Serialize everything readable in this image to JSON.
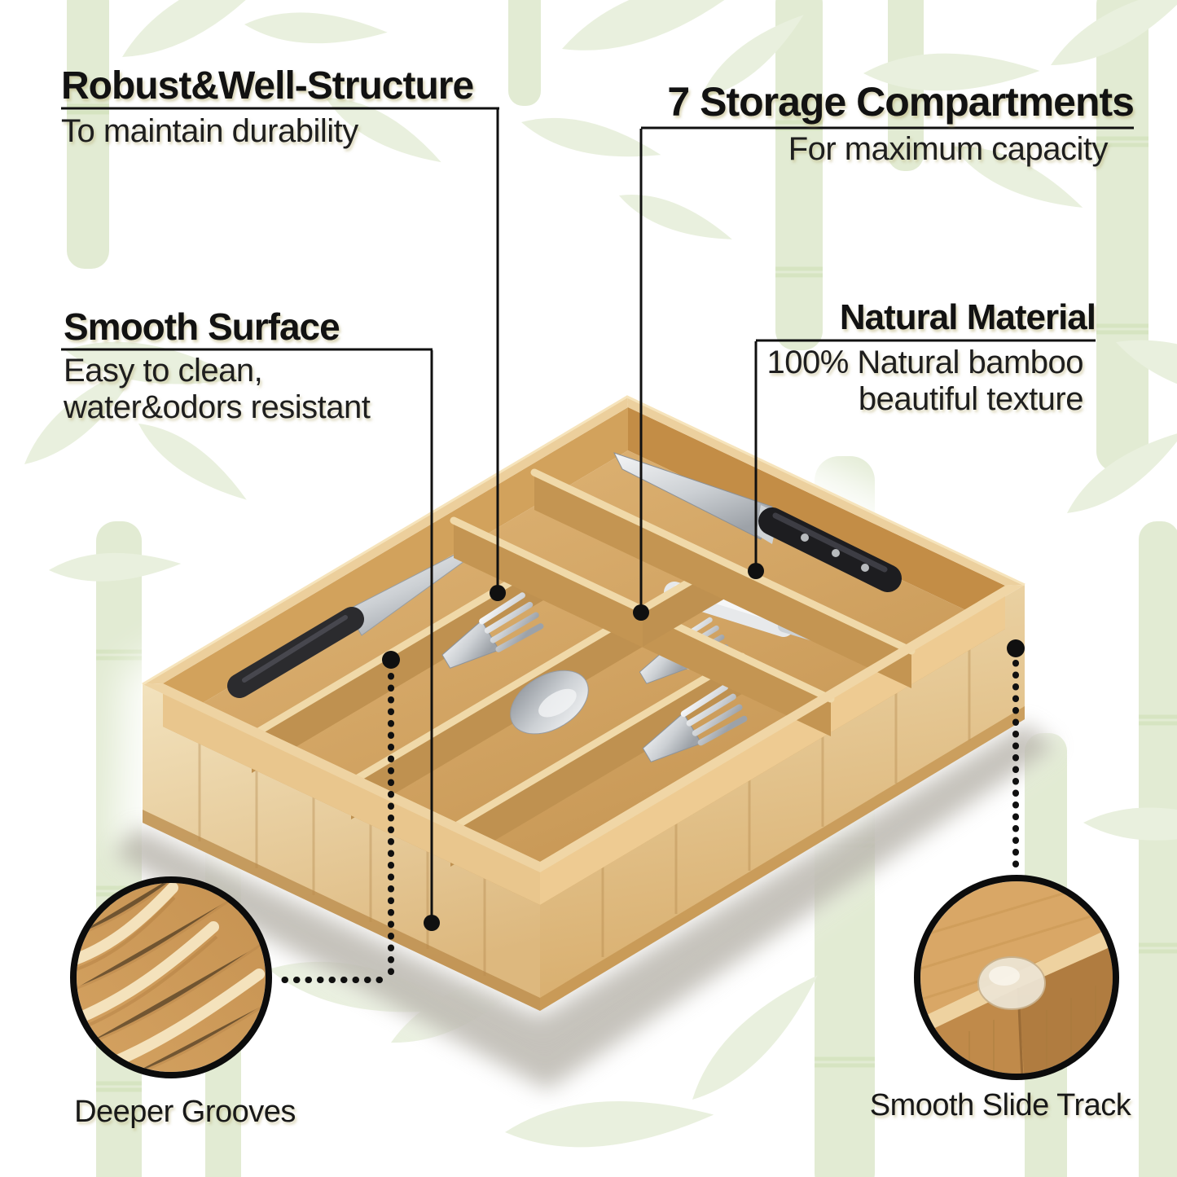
{
  "callouts": {
    "robust": {
      "title": "Robust&Well-Structure",
      "subtitle": "To maintain durability"
    },
    "storage": {
      "title": "7 Storage Compartments",
      "subtitle": "For maximum capacity"
    },
    "smooth": {
      "title": "Smooth Surface",
      "subtitle1": "Easy to clean,",
      "subtitle2": "water&odors resistant"
    },
    "natural": {
      "title": "Natural Material",
      "subtitle1": "100% Natural bamboo",
      "subtitle2": "beautiful texture"
    }
  },
  "insets": {
    "left": {
      "label": "Deeper Grooves"
    },
    "right": {
      "label": "Smooth Slide Track"
    }
  },
  "colors": {
    "background": "#ffffff",
    "text": "#141414",
    "leader_line": "#101010",
    "bamboo_leaf_green": "#e6eed8",
    "bamboo_stalk_green": "#dde8cc",
    "wood_rim": "#f0d8a8",
    "wood_floor": "#cf9f5c",
    "wood_wall": "#ecd9b2",
    "knife_handle_black": "#2b2b2e",
    "steel": "#d9dcdf"
  }
}
